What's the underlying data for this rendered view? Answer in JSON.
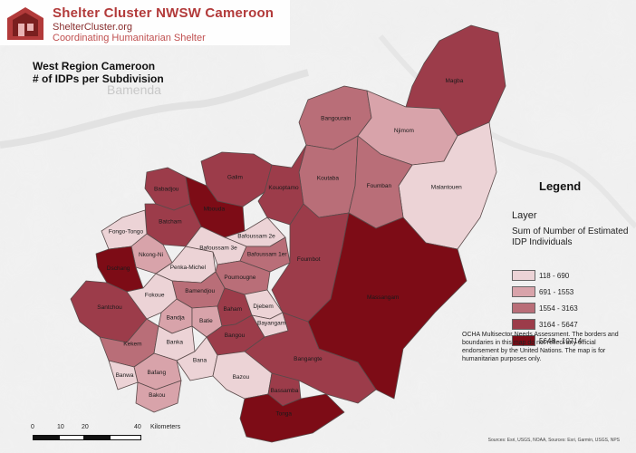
{
  "header": {
    "org_title": "Shelter Cluster NWSW Cameroon",
    "org_url": "ShelterCluster.org",
    "org_subtitle": "Coordinating Humanitarian Shelter"
  },
  "map_title": {
    "line1": "West Region Cameroon",
    "line2": "# of IDPs per Subdivision"
  },
  "basemap_label": "Bamenda",
  "legend": {
    "title": "Legend",
    "layer": "Layer",
    "field": "Sum of Number of Estimated IDP Individuals",
    "classes": [
      {
        "range": "118 - 690",
        "color": "#ecd3d6"
      },
      {
        "range": "691 - 1553",
        "color": "#d8a3aa"
      },
      {
        "range": "1554 - 3163",
        "color": "#b96e78"
      },
      {
        "range": "3164 - 5647",
        "color": "#9c3c4a"
      },
      {
        "range": "5648 - 10714",
        "color": "#7d0c16"
      }
    ]
  },
  "disclaimer": "OCHA Multisector Needs Assessment. The borders and boundaries in this map do not reflect any official endorsement by the United Nations. The map is for humanitarian purposes only.",
  "attribution": "Sources: Esri, USGS, NOAA, Sources: Esri, Garmin, USGS, NPS",
  "scale": {
    "ticks": [
      "0",
      "10",
      "20",
      "40"
    ],
    "units": "Kilometers"
  },
  "subdivisions": [
    {
      "name": "Magba",
      "cls": 3
    },
    {
      "name": "Bangourain",
      "cls": 2
    },
    {
      "name": "Njimom",
      "cls": 1
    },
    {
      "name": "Malantouen",
      "cls": 0
    },
    {
      "name": "Koutaba",
      "cls": 2
    },
    {
      "name": "Foumban",
      "cls": 2
    },
    {
      "name": "Galim",
      "cls": 3
    },
    {
      "name": "Babadjou",
      "cls": 3
    },
    {
      "name": "Mbouda",
      "cls": 4
    },
    {
      "name": "Kouoptamo",
      "cls": 3
    },
    {
      "name": "Batcham",
      "cls": 3
    },
    {
      "name": "Fongo-Tongo",
      "cls": 0
    },
    {
      "name": "Nkong-Ni",
      "cls": 1
    },
    {
      "name": "Dschang",
      "cls": 4
    },
    {
      "name": "Santchou",
      "cls": 3
    },
    {
      "name": "Penka-Michel",
      "cls": 0
    },
    {
      "name": "Bafoussam 2e",
      "cls": 0
    },
    {
      "name": "Bafoussam 3e",
      "cls": 0
    },
    {
      "name": "Bafoussam 1er",
      "cls": 2
    },
    {
      "name": "Poumougne",
      "cls": 2
    },
    {
      "name": "Bamendjou",
      "cls": 2
    },
    {
      "name": "Foumbot",
      "cls": 3
    },
    {
      "name": "Massangam",
      "cls": 4
    },
    {
      "name": "Fokoue",
      "cls": 0
    },
    {
      "name": "Bandja",
      "cls": 1
    },
    {
      "name": "Batie",
      "cls": 1
    },
    {
      "name": "Baham",
      "cls": 3
    },
    {
      "name": "Djebem",
      "cls": 0
    },
    {
      "name": "Bayangam",
      "cls": 0
    },
    {
      "name": "Bangou",
      "cls": 3
    },
    {
      "name": "Kekem",
      "cls": 2
    },
    {
      "name": "Banka",
      "cls": 0
    },
    {
      "name": "Bafang",
      "cls": 1
    },
    {
      "name": "Bana",
      "cls": 0
    },
    {
      "name": "Banwa",
      "cls": 0
    },
    {
      "name": "Bakou",
      "cls": 1
    },
    {
      "name": "Bangangte",
      "cls": 3
    },
    {
      "name": "Bazou",
      "cls": 0
    },
    {
      "name": "Bassamba",
      "cls": 3
    },
    {
      "name": "Tonga",
      "cls": 4
    }
  ]
}
